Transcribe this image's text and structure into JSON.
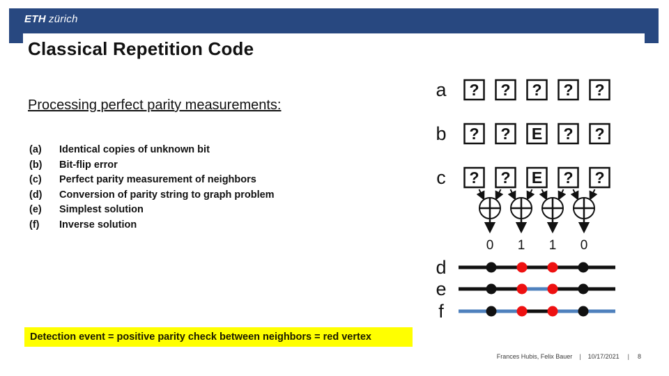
{
  "header": {
    "band_color": "#284880",
    "logo": {
      "bold": "ETH",
      "rest": "zürich"
    }
  },
  "slide": {
    "title": "Classical Repetition Code",
    "subtitle": "Processing perfect parity measurements:",
    "highlight_color": "#ffff00",
    "highlight": "Detection event = positive parity check between neighbors = red vertex",
    "list": [
      {
        "label": "(a)",
        "text": "Identical copies of unknown bit"
      },
      {
        "label": "(b)",
        "text": "Bit-flip error"
      },
      {
        "label": "(c)",
        "text": "Perfect parity measurement of neighbors"
      },
      {
        "label": "(d)",
        "text": "Conversion of parity string to graph problem"
      },
      {
        "label": "(e)",
        "text": "Simplest solution"
      },
      {
        "label": "(f)",
        "text": "Inverse solution"
      }
    ]
  },
  "diagram": {
    "xor_symbol": "⊕",
    "box_rows": [
      {
        "label": "a",
        "cells": [
          "?",
          "?",
          "?",
          "?",
          "?"
        ]
      },
      {
        "label": "b",
        "cells": [
          "?",
          "?",
          "E",
          "?",
          "?"
        ]
      },
      {
        "label": "c",
        "cells": [
          "?",
          "?",
          "E",
          "?",
          "?"
        ]
      }
    ],
    "parity_bits": [
      "0",
      "1",
      "1",
      "0"
    ],
    "graph_rows": [
      {
        "label": "d",
        "base_color": "black",
        "mid_color": "black",
        "dots": [
          "black",
          "red",
          "red",
          "black"
        ]
      },
      {
        "label": "e",
        "base_color": "black",
        "mid_color": "blue",
        "dots": [
          "black",
          "red",
          "red",
          "black"
        ]
      },
      {
        "label": "f",
        "base_color": "blue",
        "mid_color": "black",
        "dots": [
          "black",
          "red",
          "red",
          "black"
        ]
      }
    ],
    "colors": {
      "black": "#111111",
      "red": "#ee1111",
      "blue": "#4f81bd"
    }
  },
  "footer": {
    "authors": "Frances Hubis, Felix Bauer",
    "separator": "|",
    "date": "10/17/2021",
    "page": "8"
  }
}
